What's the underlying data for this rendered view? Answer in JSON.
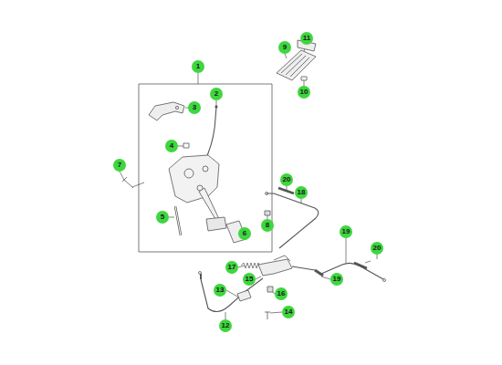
{
  "diagram": {
    "nodes": [
      {
        "text": [
          "1"
        ]
      },
      {
        "text": [
          "9"
        ]
      },
      {
        "text": [
          "11"
        ]
      },
      {
        "text": [
          "10"
        ]
      },
      {
        "text": [
          "3"
        ]
      },
      {
        "text": [
          "2"
        ]
      },
      {
        "text": [
          "4"
        ]
      },
      {
        "text": [
          "7"
        ]
      },
      {
        "text": [
          "20"
        ]
      },
      {
        "text": [
          "18"
        ]
      },
      {
        "text": [
          "5"
        ]
      },
      {
        "text": [
          "8"
        ]
      },
      {
        "text": [
          "6"
        ]
      },
      {
        "text": [
          "19"
        ]
      },
      {
        "text": [
          "20"
        ]
      },
      {
        "text": [
          "17"
        ]
      },
      {
        "text": [
          "15"
        ]
      },
      {
        "text": [
          "19"
        ]
      },
      {
        "text": [
          "16"
        ]
      },
      {
        "text": [
          "13"
        ]
      },
      {
        "text": [
          "14"
        ]
      },
      {
        "text": [
          "12"
        ]
      }
    ],
    "edges": []
  }
}
